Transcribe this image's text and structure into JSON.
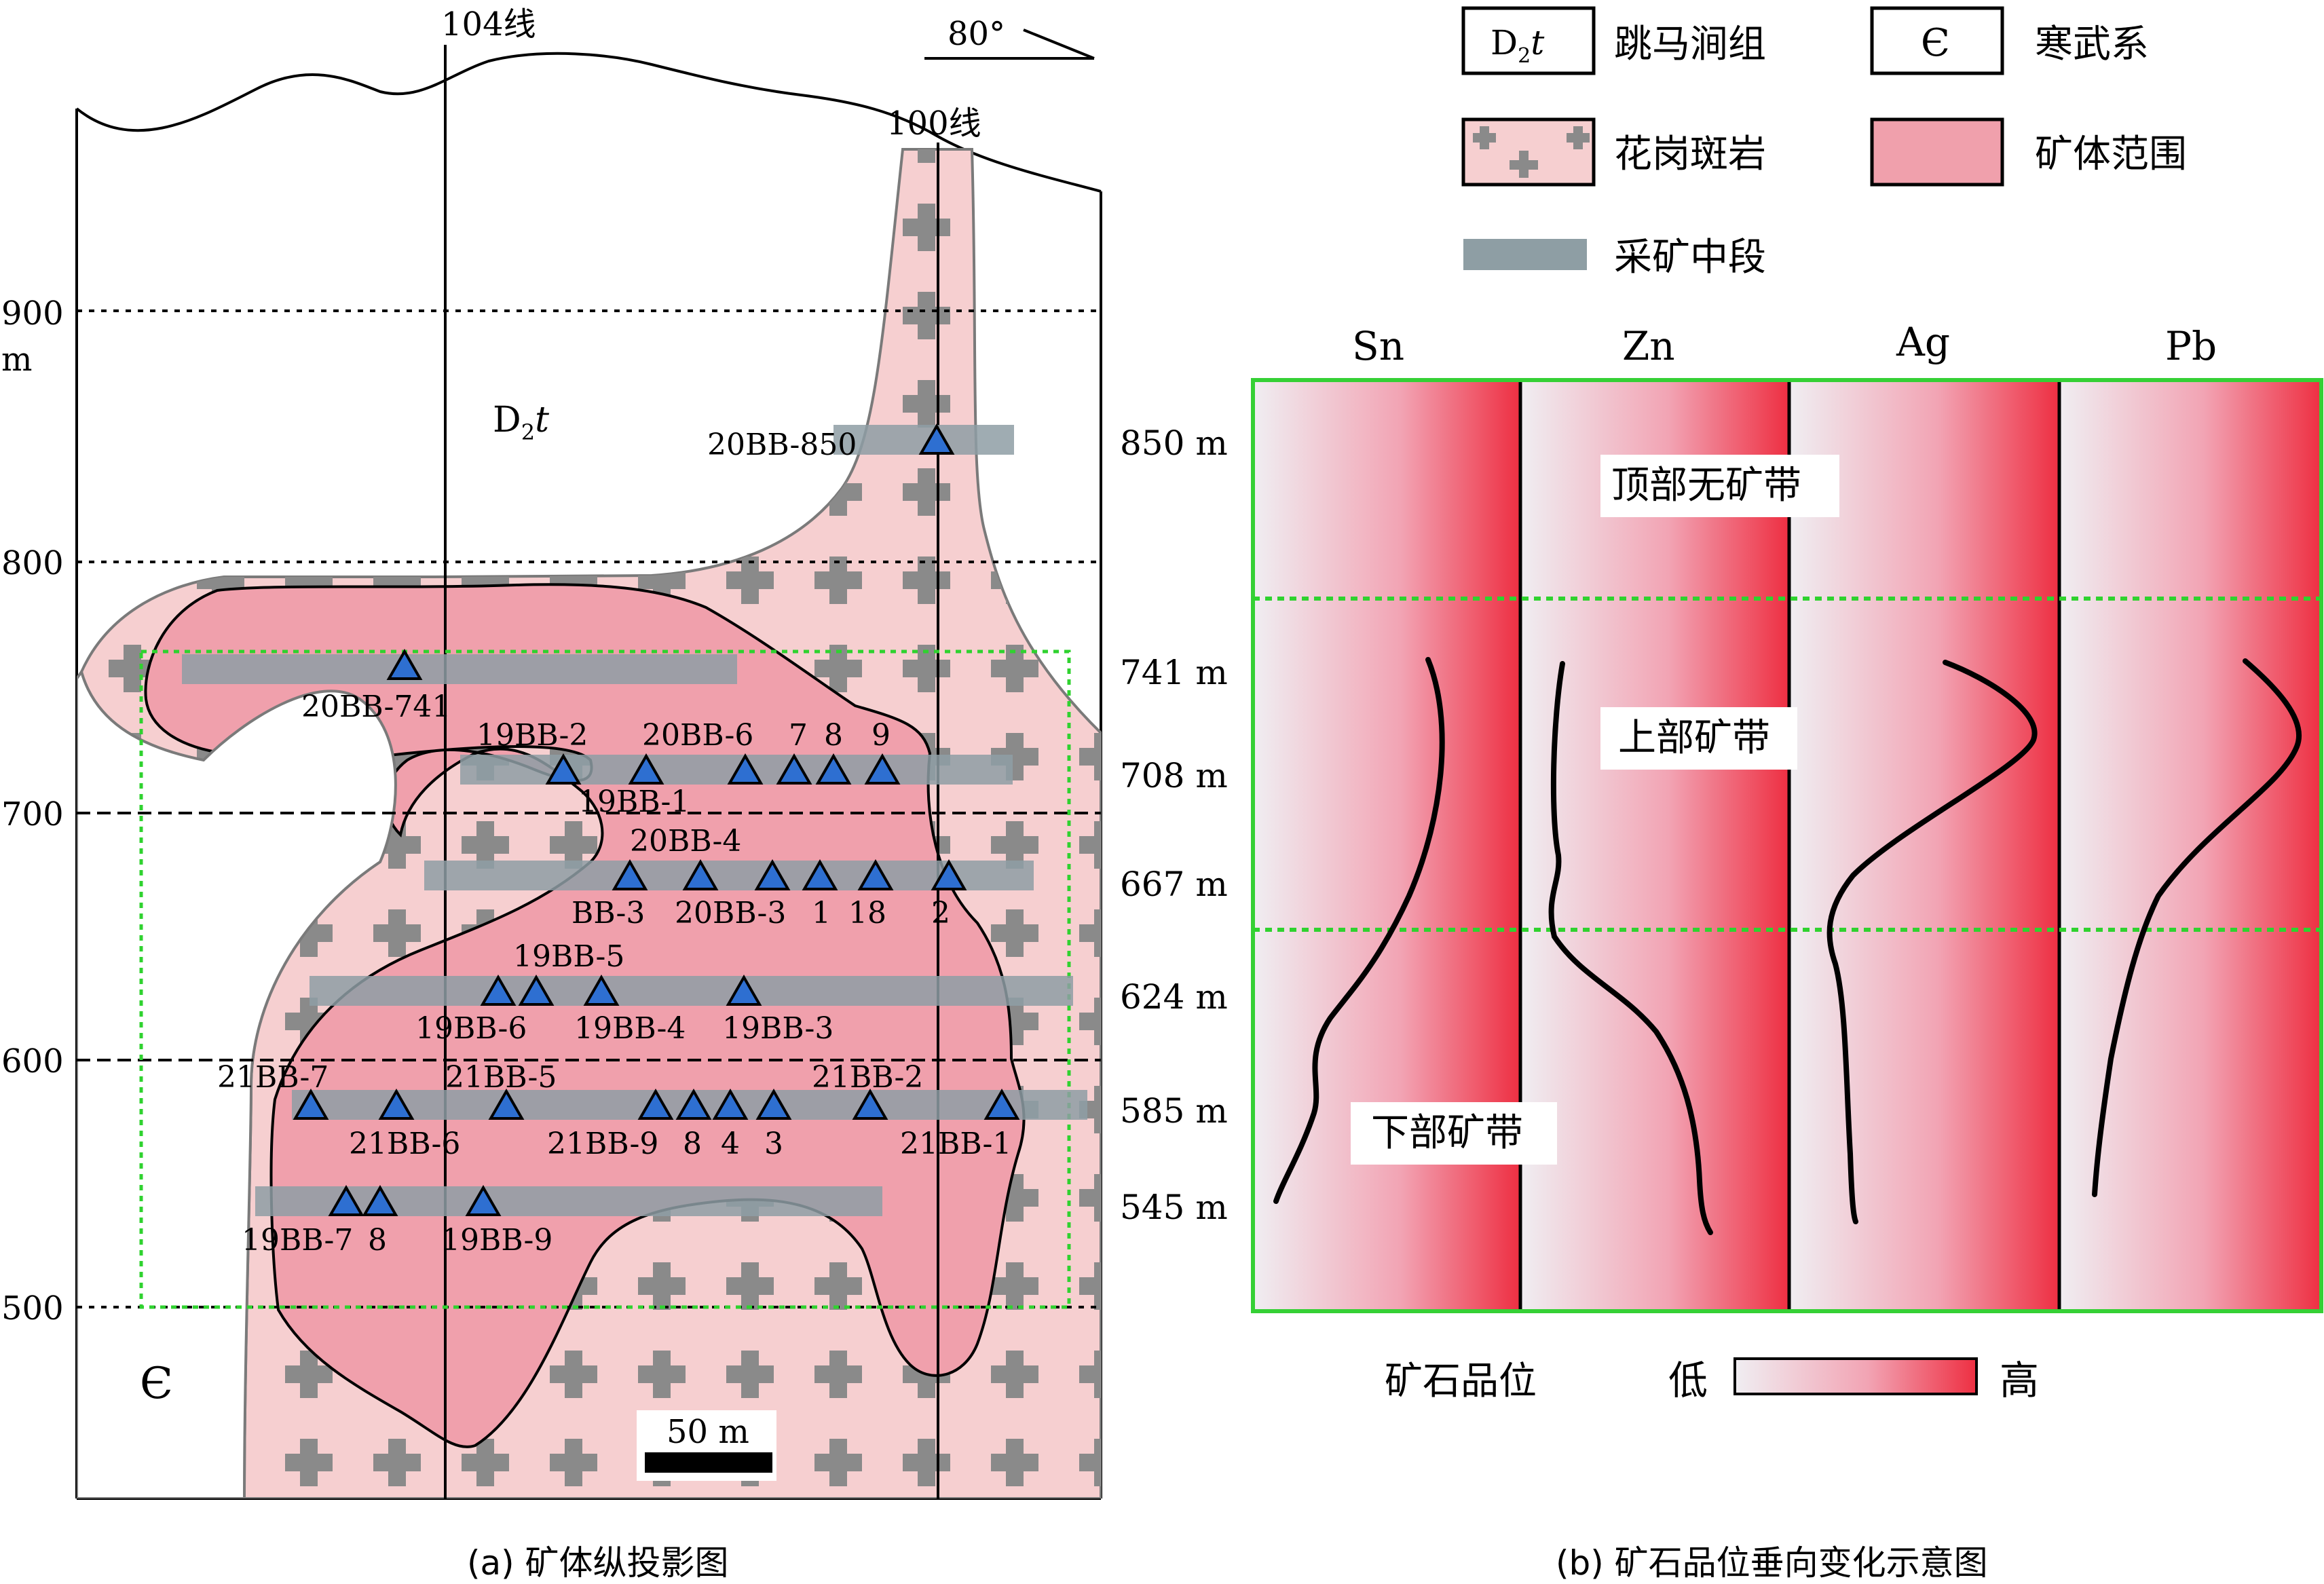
{
  "panel_a": {
    "caption": "(a) 矿体纵投影图",
    "line_104": "104线",
    "line_100": "100线",
    "dip": "80°",
    "unit_m": "m",
    "formation_d2t": "D",
    "formation_d2t_sub": "2",
    "formation_d2t_t": "t",
    "cambrian": "Є",
    "scale_label": "50 m",
    "elevations_left": [
      "900",
      "800",
      "700",
      "600",
      "500"
    ],
    "levels_right": [
      "850 m",
      "741 m",
      "708 m",
      "667 m",
      "624 m",
      "585 m",
      "545 m"
    ],
    "samples": {
      "s850": "20BB-850",
      "s741": "20BB-741",
      "s19bb2": "19BB-2",
      "s20bb6": "20BB-6",
      "s7": "7",
      "s8a": "8",
      "s9": "9",
      "s19bb1": "19BB-1",
      "s20bb4": "20BB-4",
      "sbb3": "BB-3",
      "s20bb3": "20BB-3",
      "s1": "1",
      "s18": "18",
      "s2": "2",
      "s19bb5": "19BB-5",
      "s19bb6": "19BB-6",
      "s19bb4": "19BB-4",
      "s19bb3": "19BB-3",
      "s21bb7": "21BB-7",
      "s21bb5": "21BB-5",
      "s21bb2": "21BB-2",
      "s21bb6": "21BB-6",
      "s21bb9": "21BB-9",
      "s8b": "8",
      "s4": "4",
      "s3": "3",
      "s21bb1": "21BB-1",
      "s19bb7": "19BB-7",
      "s8c": "8",
      "s19bb9": "19BB-9"
    }
  },
  "legend": {
    "tiaomajian": "跳马涧组",
    "cambrian": "寒武系",
    "granite": "花岗斑岩",
    "orebody": "矿体范围",
    "mining_level": "采矿中段"
  },
  "panel_b": {
    "caption": "(b) 矿石品位垂向变化示意图",
    "elements": [
      "Sn",
      "Zn",
      "Ag",
      "Pb"
    ],
    "zone_top": "顶部无矿带",
    "zone_upper": "上部矿带",
    "zone_lower": "下部矿带",
    "grade_label": "矿石品位",
    "low": "低",
    "high": "高"
  },
  "colors": {
    "granite_fill": "#f6cfd0",
    "ore_fill": "#f0a0ac",
    "mining_bar": "#8e9ea4",
    "triangle": "#2e6fd1",
    "grade_high": "#ee2f42",
    "grade_low": "#f0eef2",
    "panel_border": "#35d035",
    "dotted_green": "#2fd22f"
  }
}
